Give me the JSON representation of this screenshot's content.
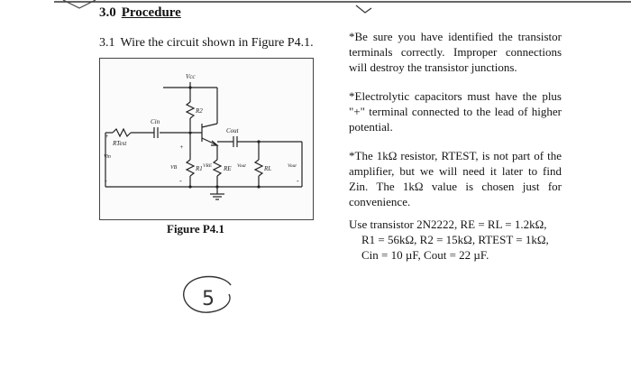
{
  "section": {
    "number": "3.0",
    "title": "Procedure"
  },
  "step": {
    "number": "3.1",
    "text": "Wire the circuit shown in Figure P4.1."
  },
  "figure": {
    "caption": "Figure P4.1",
    "labels": {
      "vcc": "Vcc",
      "r2": "R2",
      "cin": "Cin",
      "cout": "Cout",
      "rtest": "RTest",
      "vin": "Vin",
      "vb": "VB",
      "r1": "R1",
      "vre": "VRE",
      "re": "RE",
      "vout_mid": "Vout",
      "rl": "RL",
      "vout": "Vout",
      "plus1": "+",
      "plus2": "+",
      "minus1": "-",
      "minus2": "-",
      "minus3": "-"
    }
  },
  "notes": [
    "*Be sure you have identified the transistor terminals correctly. Improper connections will destroy the transistor junctions.",
    "*Electrolytic capacitors must have the plus \"+\" terminal connected to the lead of higher potential.",
    "*The 1kΩ resistor, RTEST, is not part of the amplifier, but we will need it later to find Zin. The 1kΩ value is chosen just for convenience."
  ],
  "specs": {
    "line1": "Use transistor 2N2222, RE = RL = 1.2kΩ,",
    "line2": "R1 = 56kΩ, R2 = 15kΩ, RTEST = 1kΩ,",
    "line3": "Cin = 10 µF, Cout = 22 µF."
  },
  "page_number": "5"
}
